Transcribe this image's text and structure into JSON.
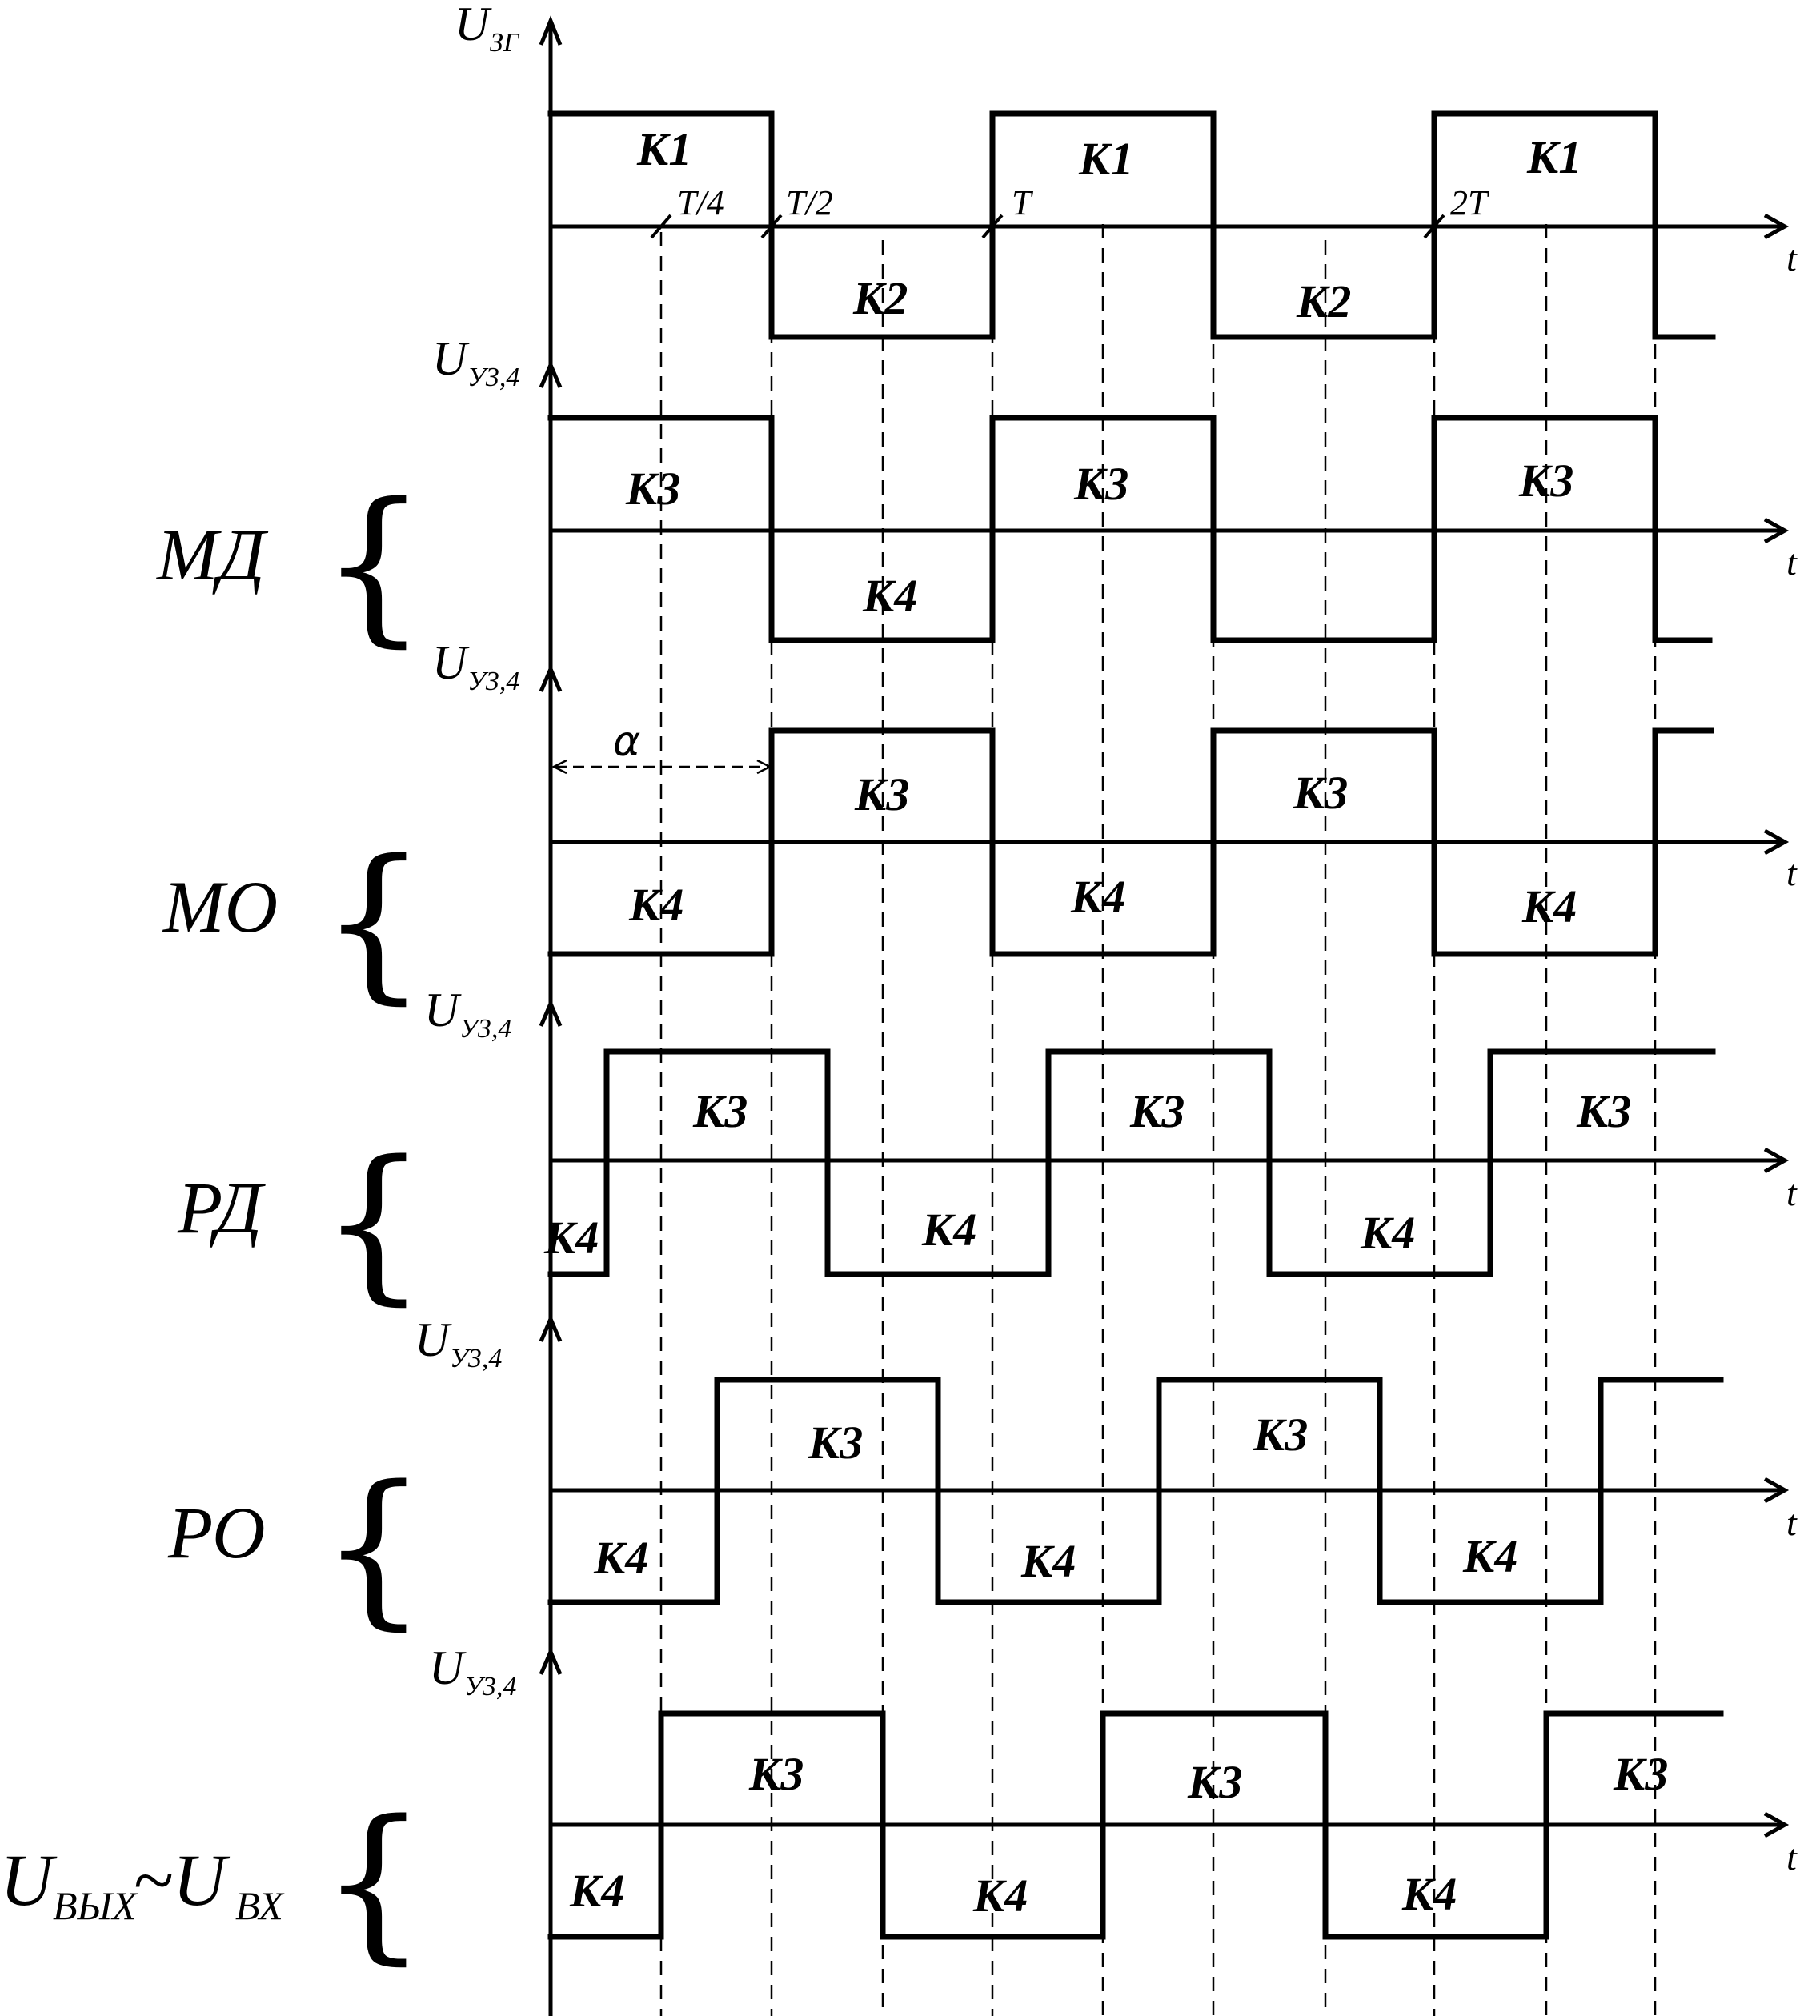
{
  "axis_t_label": "t",
  "markers": [
    "T/4",
    "T/2",
    "T",
    "2T"
  ],
  "alpha_label": "α",
  "rows": [
    {
      "id": "zg",
      "y_main": "U",
      "y_sub": "ЗГ",
      "mode": "",
      "mode_sub": "",
      "labels": [
        "К1",
        "К2",
        "К1",
        "К2",
        "К1"
      ]
    },
    {
      "id": "md",
      "y_main": "U",
      "y_sub": "У3,4",
      "mode": "МД",
      "mode_sub": "",
      "labels": [
        "К3",
        "К4",
        "К3",
        "К3"
      ]
    },
    {
      "id": "mo",
      "y_main": "U",
      "y_sub": "У3,4",
      "mode": "МО",
      "mode_sub": "",
      "labels": [
        "К3",
        "К3",
        "К4",
        "К4",
        "К4"
      ]
    },
    {
      "id": "rd",
      "y_main": "U",
      "y_sub": "У3,4",
      "mode": "РД",
      "mode_sub": "",
      "labels": [
        "К4",
        "К3",
        "К4",
        "К3",
        "К4",
        "К3"
      ]
    },
    {
      "id": "ro",
      "y_main": "U",
      "y_sub": "У3,4",
      "mode": "РО",
      "mode_sub": "",
      "labels": [
        "К4",
        "К3",
        "К4",
        "К3",
        "К4"
      ]
    },
    {
      "id": "out",
      "y_main": "U",
      "y_sub": "У3,4",
      "mode": "U",
      "mode_sub": "ВЫХ",
      "mode2": "~U",
      "mode2_sub": "ВХ",
      "labels": [
        "К4",
        "К3",
        "К4",
        "К3",
        "К4",
        "К3"
      ]
    }
  ]
}
